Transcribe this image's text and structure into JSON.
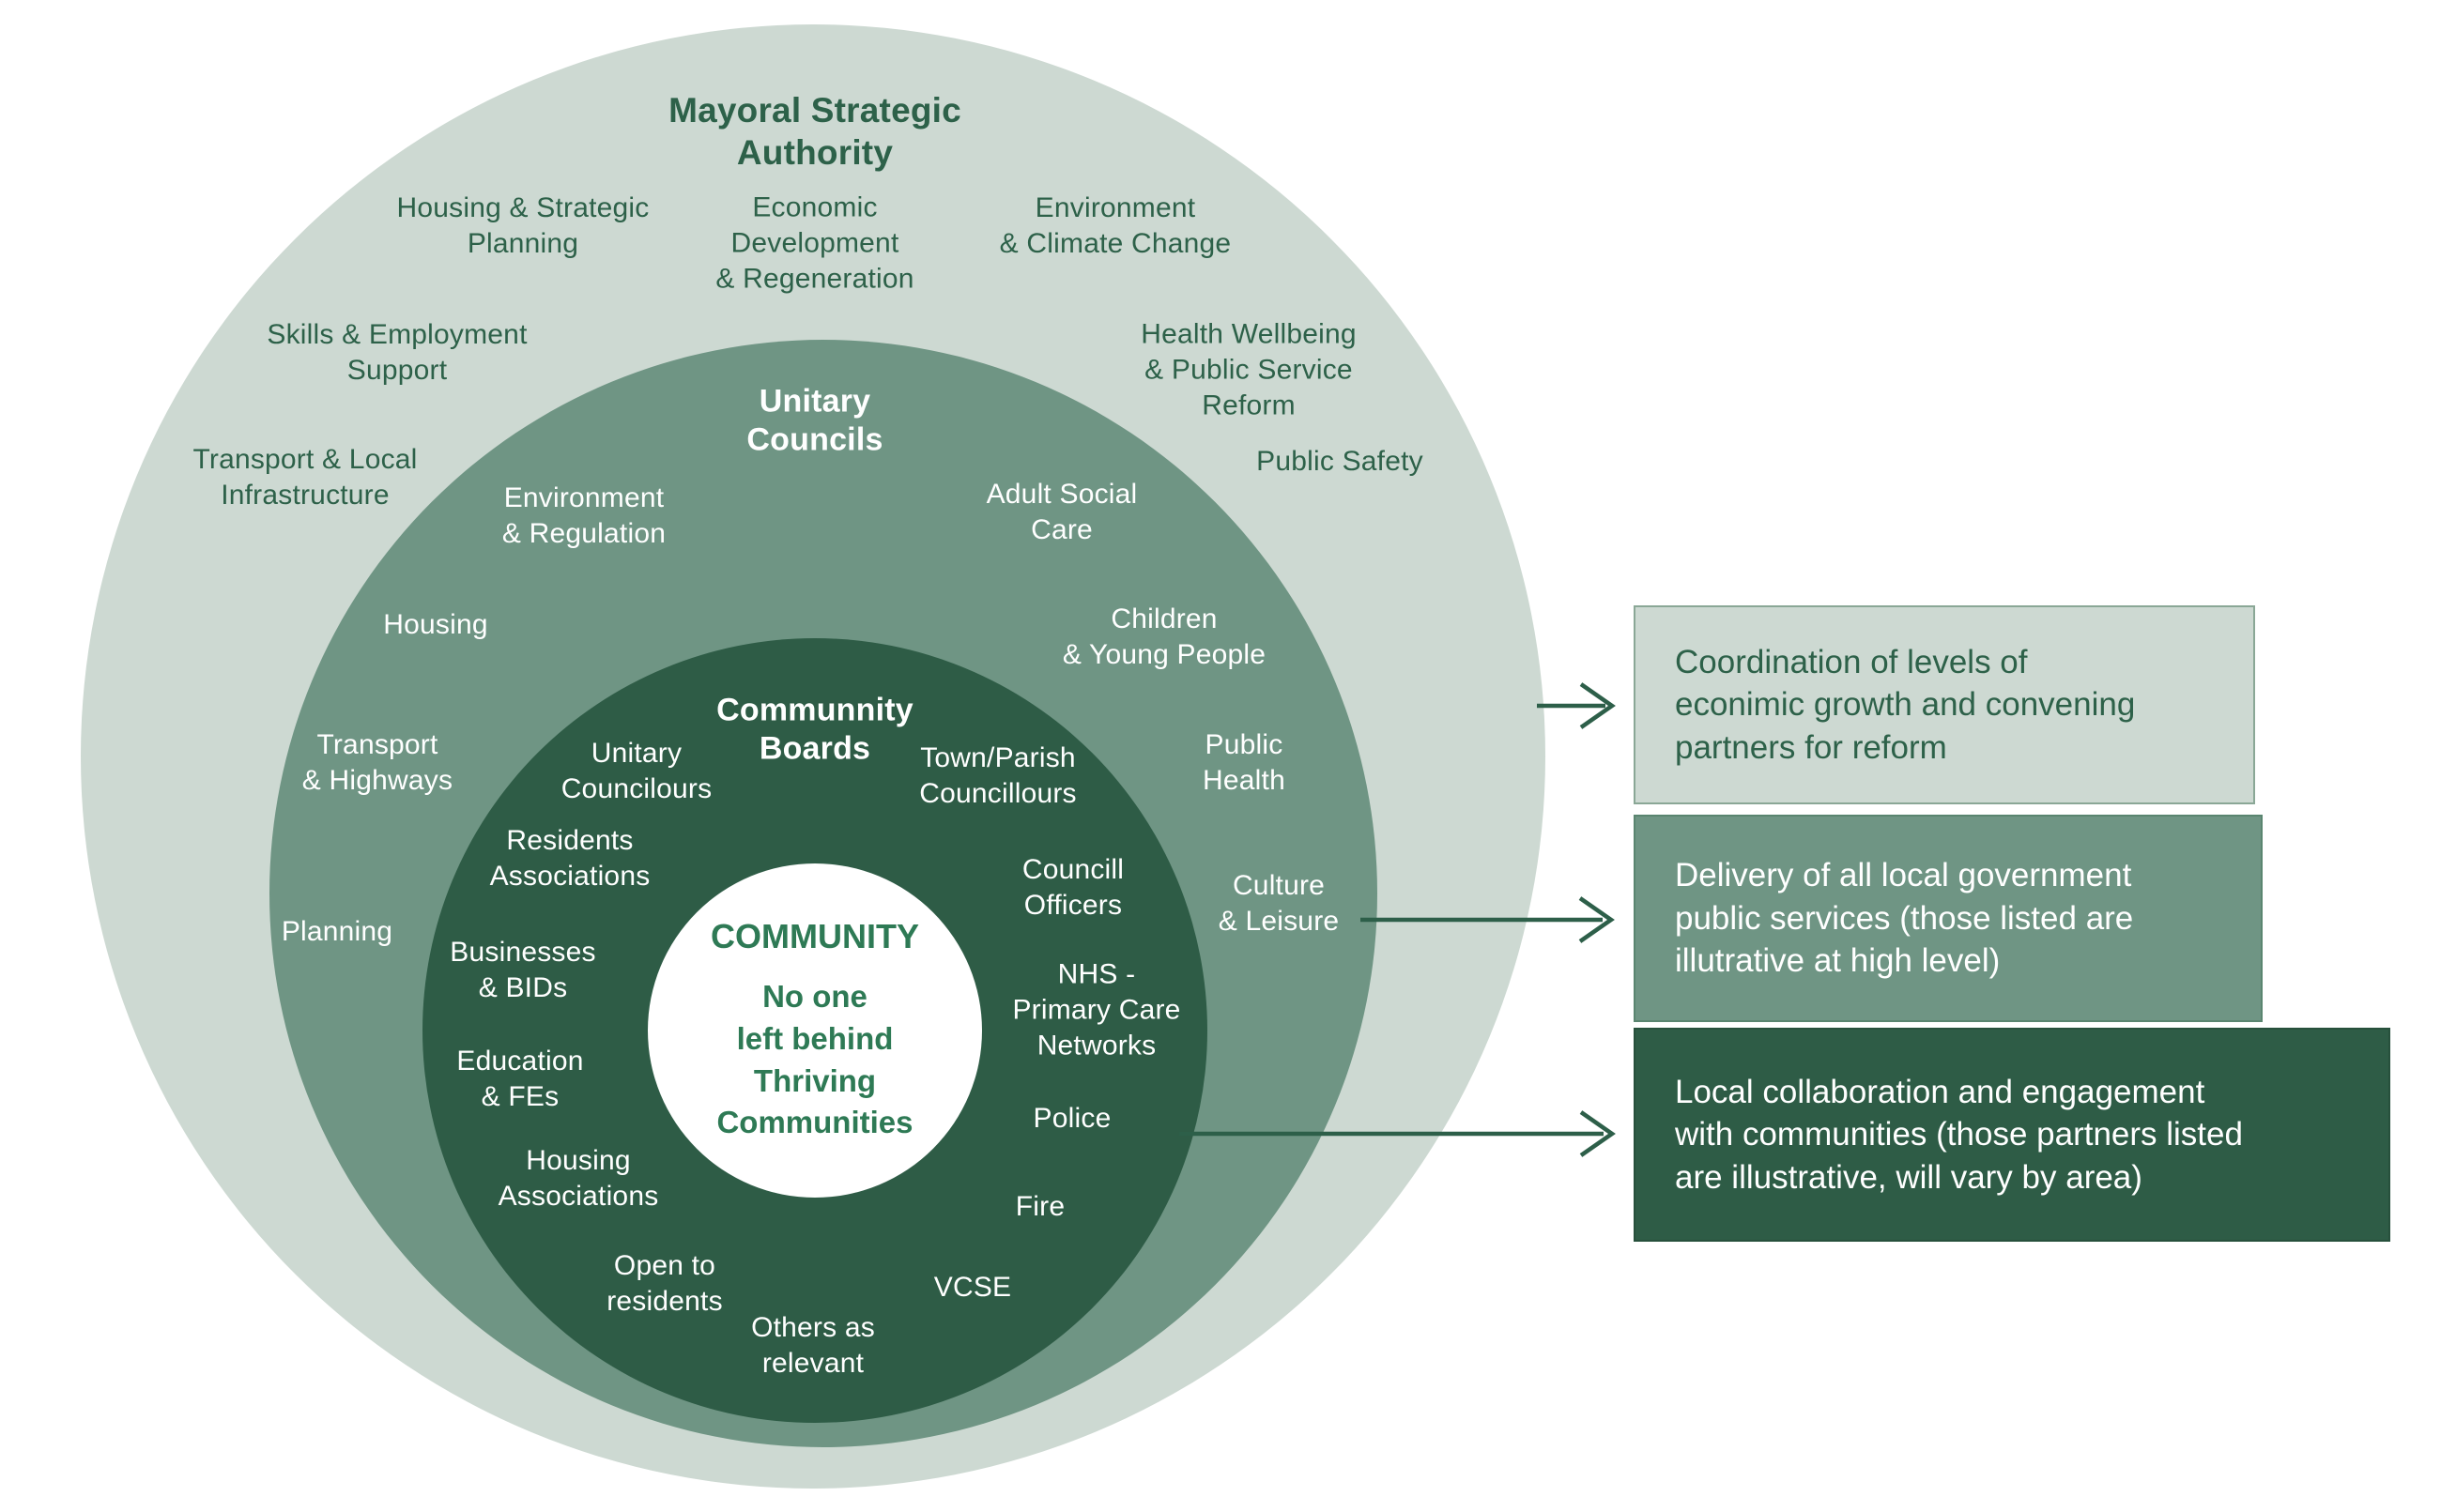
{
  "colors": {
    "outer_ring": "#cdd9d2",
    "middle_ring": "#6f9584",
    "inner_ring": "#2e5c46",
    "core_bg": "#ffffff",
    "ink_dark": "#2d6149",
    "core_text": "#2e7a55",
    "arrow": "#2d5f49",
    "callout1_bg": "#cdd9d2",
    "callout1_border": "#8aa796",
    "callout2_bg": "#6f9584",
    "callout2_border": "#5a8570",
    "callout3_bg": "#2e5c46",
    "callout3_border": "#27503c",
    "text_on_dark": "#ffffff"
  },
  "rings": {
    "outer": {
      "title": "Mayoral Strategic\nAuthority",
      "labels": [
        {
          "text": "Housing & Strategic\nPlanning"
        },
        {
          "text": "Economic\nDevelopment\n& Regeneration"
        },
        {
          "text": "Environment\n& Climate Change"
        },
        {
          "text": "Skills & Employment\nSupport"
        },
        {
          "text": "Health Wellbeing\n& Public Service\nReform"
        },
        {
          "text": "Transport & Local\nInfrastructure"
        },
        {
          "text": "Public Safety"
        }
      ]
    },
    "middle": {
      "title": "Unitary\nCouncils",
      "labels": [
        {
          "text": "Environment\n& Regulation"
        },
        {
          "text": "Adult Social\nCare"
        },
        {
          "text": "Housing"
        },
        {
          "text": "Children\n& Young People"
        },
        {
          "text": "Transport\n& Highways"
        },
        {
          "text": "Public\nHealth"
        },
        {
          "text": "Planning"
        },
        {
          "text": "Culture\n& Leisure"
        }
      ]
    },
    "inner": {
      "title": "Communnity\nBoards",
      "labels": [
        {
          "text": "Unitary\nCouncilours"
        },
        {
          "text": "Town/Parish\nCouncillours"
        },
        {
          "text": "Residents\nAssociations"
        },
        {
          "text": "Councill\nOfficers"
        },
        {
          "text": "Businesses\n& BIDs"
        },
        {
          "text": "NHS -\nPrimary Care\nNetworks"
        },
        {
          "text": "Education\n& FEs"
        },
        {
          "text": "Police"
        },
        {
          "text": "Housing\nAssociations"
        },
        {
          "text": "Fire"
        },
        {
          "text": "Open to\nresidents"
        },
        {
          "text": "VCSE"
        },
        {
          "text": "Others as\nrelevant"
        }
      ]
    },
    "core": {
      "heading": "COMMUNITY",
      "lines": "No one\nleft behind\nThriving\nCommunities"
    }
  },
  "callouts": [
    {
      "text": "Coordination of levels of\neconimic growth and convening\npartners for reform"
    },
    {
      "text": "Delivery of all local government\npublic services (those listed are\nillutrative at high level)"
    },
    {
      "text": "Local collaboration and engagement\nwith communities (those partners listed\nare illustrative, will vary by area)"
    }
  ]
}
